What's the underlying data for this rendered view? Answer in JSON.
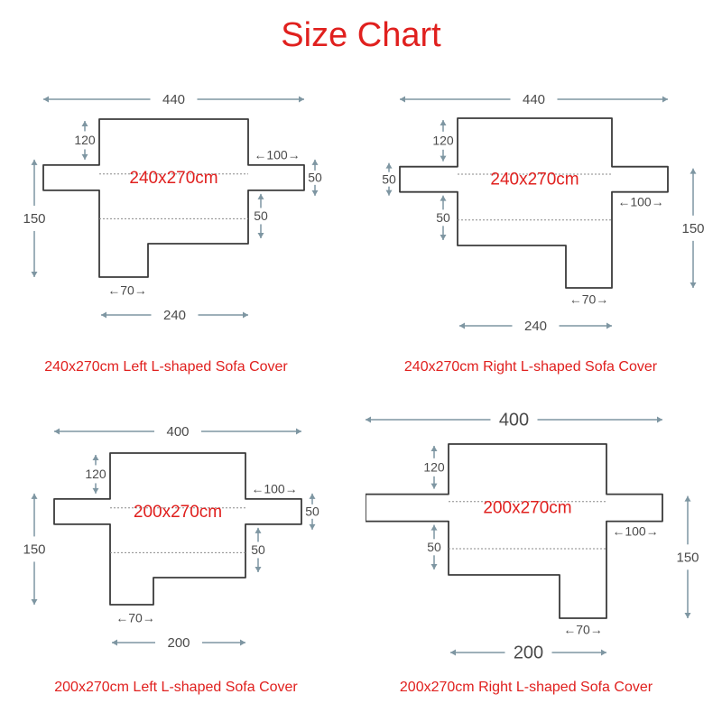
{
  "title": "Size Chart",
  "colors": {
    "title": "#e0201e",
    "caption": "#e0201e",
    "outline": "#3b3b3b",
    "dimension": "#7e96a2",
    "seam": "#8a8a8a"
  },
  "diagrams": [
    {
      "id": "left-240",
      "orientation": "left",
      "size_label": "240x270cm",
      "caption": "240x270cm Left L-shaped Sofa Cover",
      "dims": {
        "width": "440",
        "back_depth": "120",
        "seat_depth": "150",
        "arm_length": "100",
        "arm_depth": "50",
        "gap": "50",
        "chaise_width": "70",
        "base_width": "240"
      }
    },
    {
      "id": "right-240",
      "orientation": "right",
      "size_label": "240x270cm",
      "caption": "240x270cm Right L-shaped Sofa Cover",
      "dims": {
        "width": "440",
        "back_depth": "120",
        "seat_depth": "150",
        "arm_length": "100",
        "arm_depth": "50",
        "gap": "50",
        "chaise_width": "70",
        "base_width": "240"
      }
    },
    {
      "id": "left-200",
      "orientation": "left",
      "size_label": "200x270cm",
      "caption": "200x270cm Left L-shaped Sofa Cover",
      "dims": {
        "width": "400",
        "back_depth": "120",
        "seat_depth": "150",
        "arm_length": "100",
        "arm_depth": "50",
        "gap": "50",
        "chaise_width": "70",
        "base_width": "200"
      }
    },
    {
      "id": "right-200",
      "orientation": "right",
      "size_label": "200x270cm",
      "caption": "200x270cm Right L-shaped Sofa Cover",
      "dims": {
        "width": "400",
        "back_depth": "120",
        "seat_depth": "150",
        "arm_length": "100",
        "arm_depth": "50",
        "gap": "50",
        "chaise_width": "70",
        "base_width": "200"
      }
    }
  ]
}
